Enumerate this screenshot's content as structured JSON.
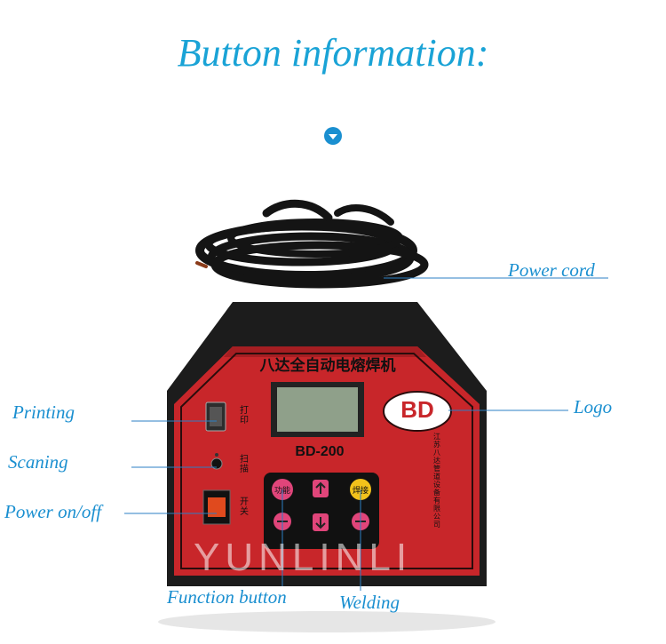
{
  "heading": "Button information:",
  "labels": {
    "power_cord": "Power cord",
    "logo": "Logo",
    "printing": "Printing",
    "scaning": "Scaning",
    "power_onoff": "Power on/off",
    "function_button": "Function button",
    "welding": "Welding"
  },
  "device": {
    "title_cn": "八达全自动电熔焊机",
    "model": "BD-200",
    "logo_text": "BD",
    "print_cn": "打印",
    "scan_cn": "扫描",
    "switch_cn": "开关",
    "function_cn": "功能",
    "weld_cn": "焊接",
    "maker_cn": "江苏八达管道设备有限公司"
  },
  "watermark": "YUNLINLI",
  "colors": {
    "accent": "#1aa3d6",
    "panel_red": "#c8262a",
    "body_black": "#1c1c1c"
  }
}
